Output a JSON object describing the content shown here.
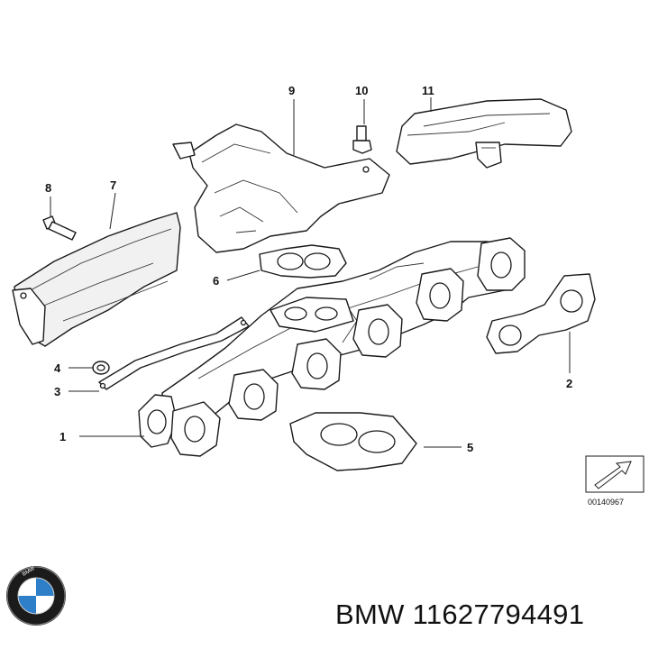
{
  "diagram": {
    "callouts": [
      "1",
      "2",
      "3",
      "4",
      "5",
      "6",
      "7",
      "8",
      "9",
      "10",
      "11"
    ],
    "reference_code": "00140967"
  },
  "brand": {
    "logo_letters": "BMW",
    "logo_colors": {
      "ring": "#1b1b1b",
      "blue": "#2f7fc8",
      "white": "#ffffff"
    }
  },
  "footer": {
    "brand": "BMW",
    "part_number": "11627794491"
  }
}
